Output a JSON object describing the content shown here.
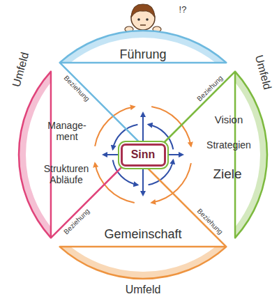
{
  "diagram": {
    "nodes": [
      {
        "text": [
          "Führung"
        ]
      },
      {
        "text": [
          "Manage- ment",
          "Strukturen Abläufe"
        ]
      },
      {
        "text": [
          "Sinn"
        ]
      },
      {
        "text": [
          "Vision",
          "Strategien",
          "Ziele"
        ]
      },
      {
        "text": [
          "Gemeinschaft"
        ]
      }
    ],
    "labels": [
      "!?",
      "Beziehung",
      "Beziehung",
      "Umfeld",
      "Umfeld",
      "Beziehung",
      "Beziehung",
      "Umfeld"
    ]
  }
}
